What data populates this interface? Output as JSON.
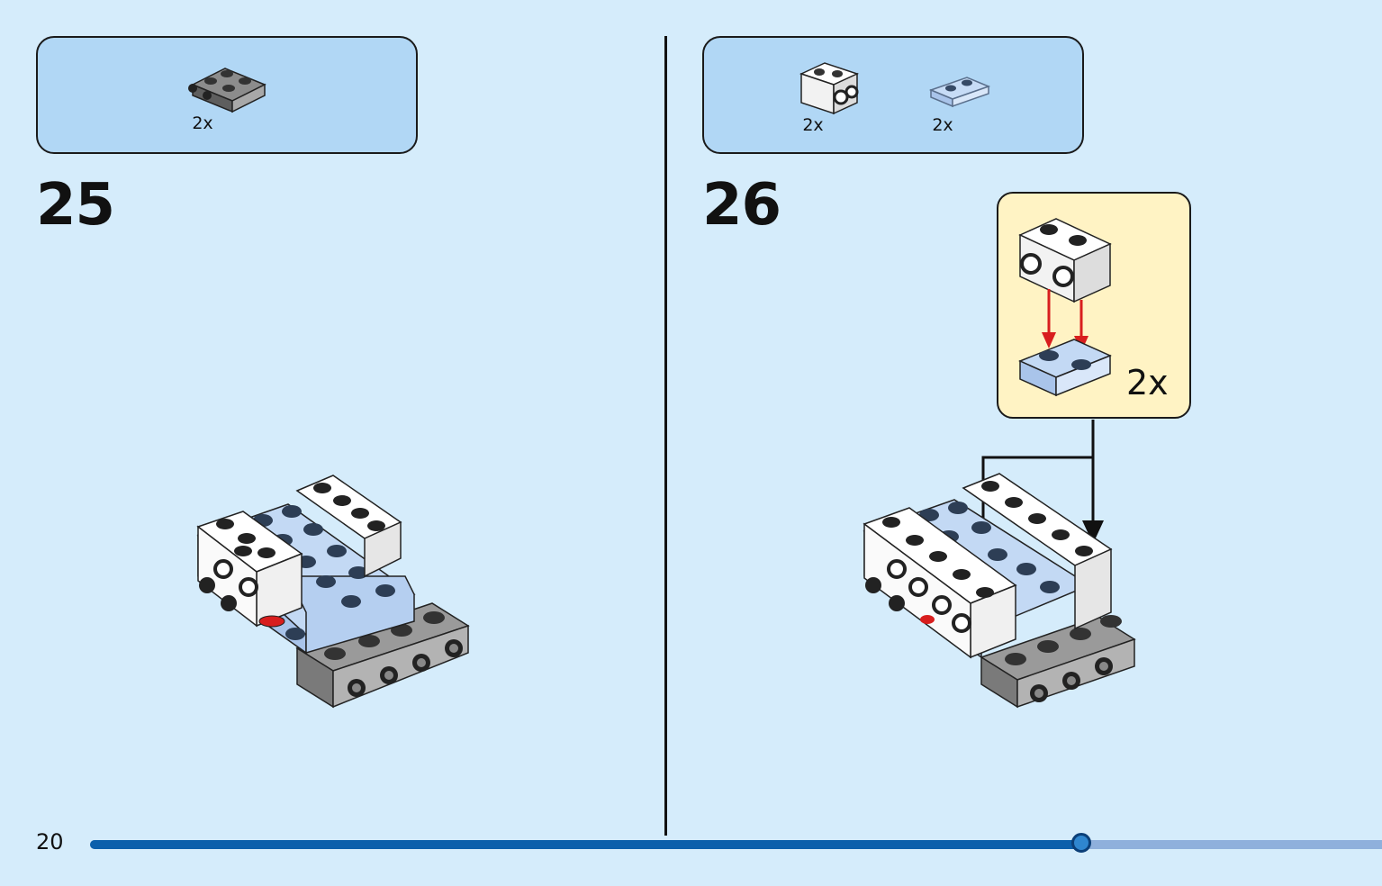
{
  "page": {
    "number": "20"
  },
  "steps": [
    {
      "number": "25",
      "parts": [
        {
          "name": "dark-gray-plate-2x2-with-studs-side",
          "qty": "2x"
        }
      ]
    },
    {
      "number": "26",
      "parts": [
        {
          "name": "white-brick-1x2-with-studs-side",
          "qty": "2x"
        },
        {
          "name": "light-blue-plate-1x2",
          "qty": "2x"
        }
      ],
      "callout": {
        "qty": "2x"
      }
    }
  ],
  "progress": {
    "fraction": 0.767
  },
  "colors": {
    "background": "#d5ecfb",
    "parts_box": "#b1d7f5",
    "callout": "#fff3c4",
    "white_brick": "#ffffff",
    "light_blue": "#b8d4f2",
    "dark_gray": "#4d4d4d",
    "light_gray": "#a3a3a3",
    "red": "#d81e1e",
    "progress_fill": "#0b5fab",
    "progress_track": "#8fb0dc"
  }
}
